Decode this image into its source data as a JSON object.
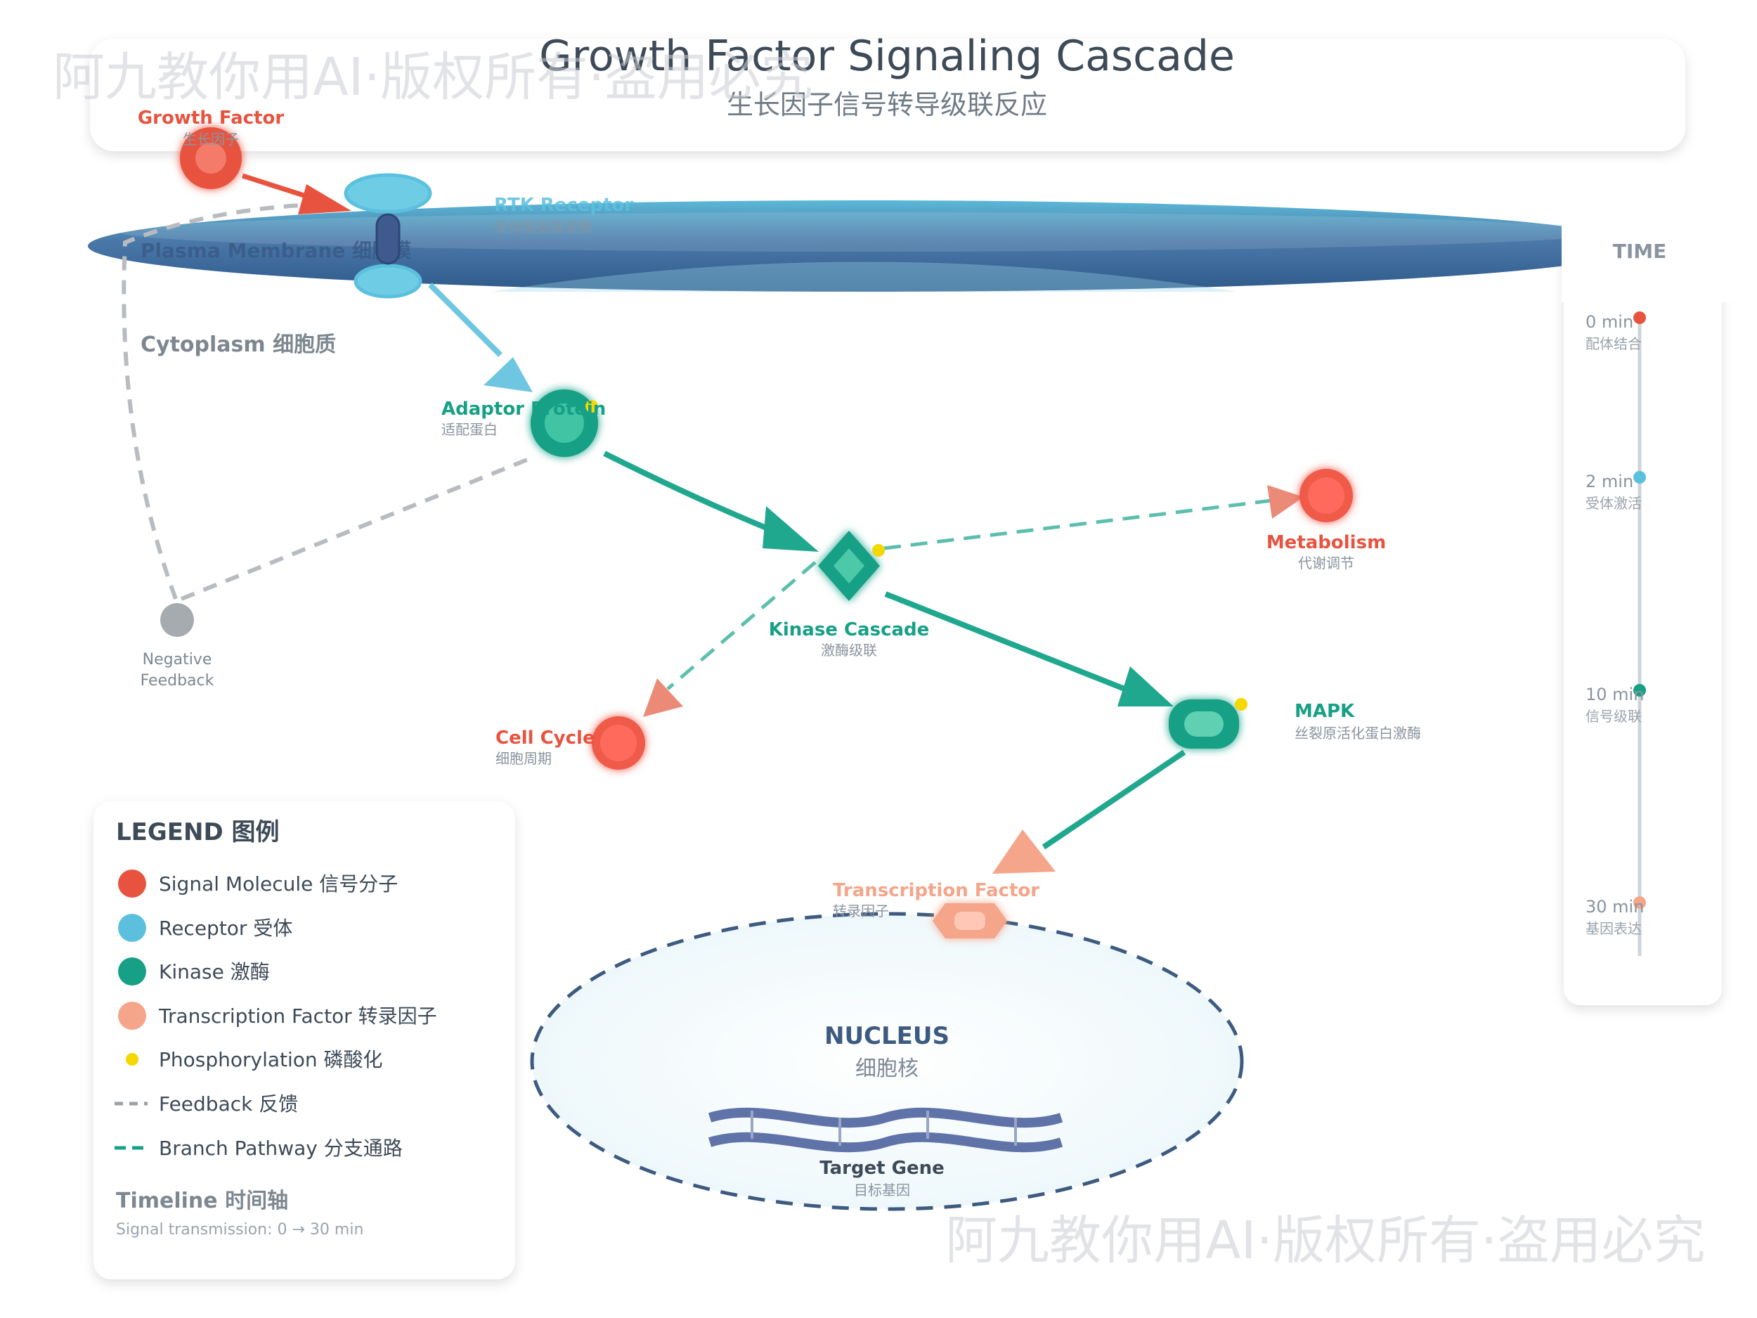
{
  "header": {
    "title": "Growth Factor Signaling Cascade",
    "subtitle": "生长因子信号转导级联反应"
  },
  "watermark": "阿九教你用AI·版权所有·盗用必究",
  "regions": {
    "membrane": "Plasma Membrane 细胞膜",
    "cytoplasm": "Cytoplasm 细胞质",
    "nucleus": {
      "label": "NUCLEUS",
      "sub": "细胞核"
    }
  },
  "nodes": {
    "growth_factor": {
      "label": "Growth Factor",
      "sub": "生长因子"
    },
    "rtk": {
      "label": "RTK Receptor",
      "sub": "受体酪氨酸激酶"
    },
    "adaptor": {
      "label": "Adaptor Protein",
      "sub": "适配蛋白"
    },
    "kinase": {
      "label": "Kinase Cascade",
      "sub": "激酶级联"
    },
    "metabolism": {
      "label": "Metabolism",
      "sub": "代谢调节"
    },
    "mapk": {
      "label": "MAPK",
      "sub": "丝裂原活化蛋白激酶"
    },
    "cell_cycle": {
      "label": "Cell Cycle",
      "sub": "细胞周期"
    },
    "negative_feedback": {
      "line1": "Negative",
      "line2": "Feedback"
    },
    "transcription": {
      "label": "Transcription Factor",
      "sub": "转录因子"
    },
    "target_gene": {
      "label": "Target Gene",
      "sub": "目标基因"
    }
  },
  "legend": {
    "title": "LEGEND 图例",
    "items": [
      {
        "label": "Signal Molecule 信号分子",
        "icon": "signal-molecule-icon",
        "color": "#e8533f"
      },
      {
        "label": "Receptor 受体",
        "icon": "receptor-icon",
        "color": "#5bc0de"
      },
      {
        "label": "Kinase 激酶",
        "icon": "kinase-icon",
        "color": "#16a085"
      },
      {
        "label": "Transcription Factor 转录因子",
        "icon": "transcription-factor-icon",
        "color": "#f4a58a"
      },
      {
        "label": "Phosphorylation 磷酸化",
        "icon": "phosphorylation-icon",
        "color": "#f5d800"
      },
      {
        "label": "Feedback 反馈",
        "icon": "feedback-line-icon",
        "color": "#9aa0a6"
      },
      {
        "label": "Branch Pathway 分支通路",
        "icon": "branch-line-icon",
        "color": "#16a085"
      }
    ],
    "timeline_title": "Timeline 时间轴",
    "timeline_note": "Signal transmission: 0 → 30 min"
  },
  "timeline": {
    "title": "TIME",
    "events": [
      {
        "time": "0 min",
        "desc": "配体结合",
        "color": "#e8533f"
      },
      {
        "time": "2 min",
        "desc": "受体激活",
        "color": "#5bc0de"
      },
      {
        "time": "10 min",
        "desc": "信号级联",
        "color": "#16a085"
      },
      {
        "time": "30 min",
        "desc": "基因表达",
        "color": "#f4a58a"
      }
    ]
  },
  "colors": {
    "signal": "#e8533f",
    "receptor": "#5bc0de",
    "kinase": "#16a085",
    "transcription": "#f4a58a",
    "phospho": "#f5d800",
    "feedback": "#9aa0a6",
    "nucleus_border": "#3d5a80",
    "dna": "#5f73a8"
  }
}
